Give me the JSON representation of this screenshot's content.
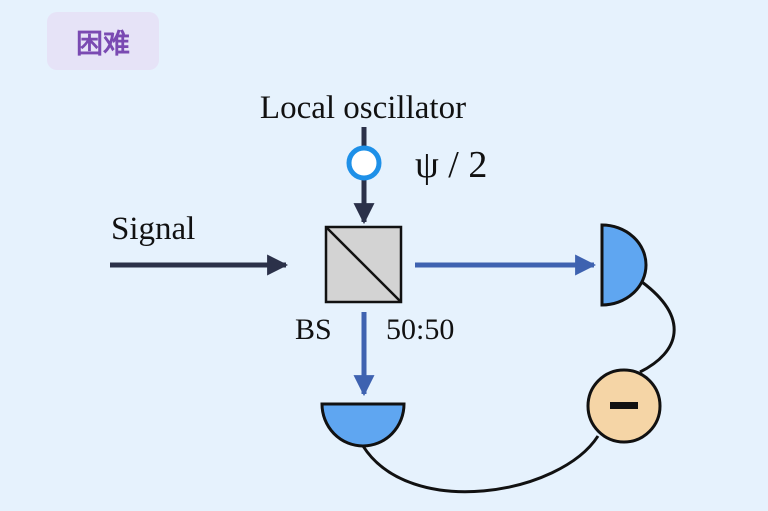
{
  "badge": {
    "text": "困难"
  },
  "labels": {
    "local_oscillator": "Local oscillator",
    "phase": "ψ / 2",
    "signal": "Signal",
    "beam_splitter": "BS",
    "ratio": "50:50",
    "subtract_symbol": "−"
  },
  "colors": {
    "background": "#e6f2fd",
    "badge_bg": "#e6e3f7",
    "badge_text": "#7a4ab2",
    "dark_arrow": "#2b3149",
    "blue_arrow": "#3e62b0",
    "detector_fill": "#5fa6f1",
    "splitter_fill": "#d3d3d3",
    "subtractor_fill": "#f5d5a6",
    "phase_ring": "#1e90e8"
  },
  "icons": {
    "detector": "photodetector-icon",
    "splitter": "beam-splitter-icon",
    "subtractor": "minus-circle-icon",
    "phase_shifter": "phase-shifter-icon"
  }
}
